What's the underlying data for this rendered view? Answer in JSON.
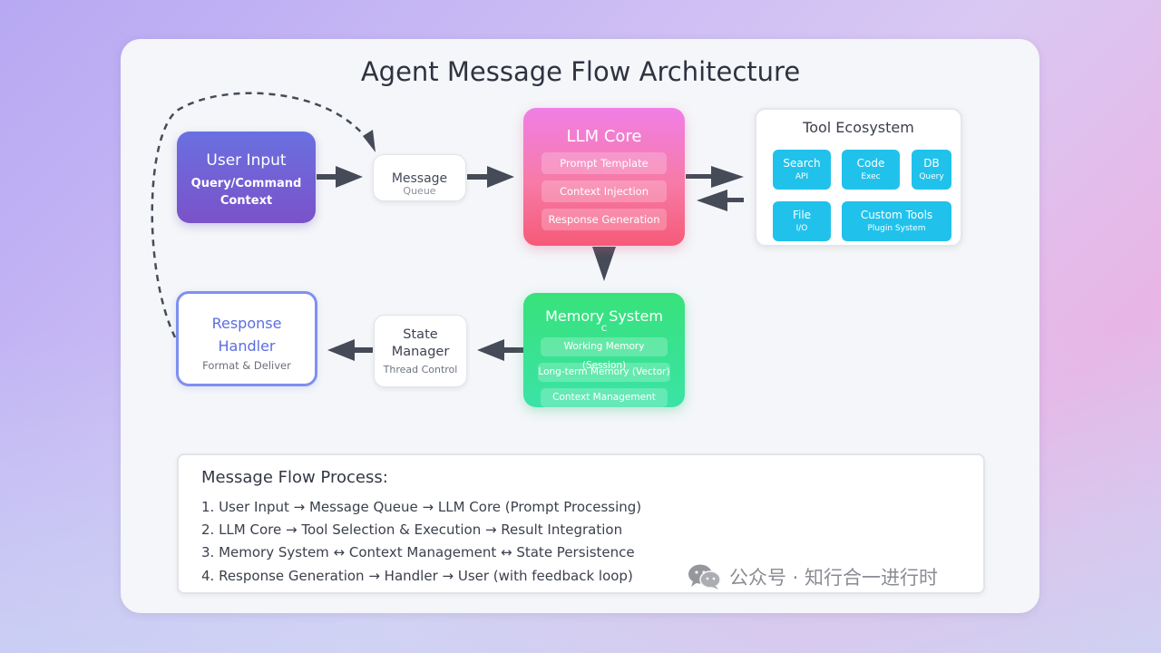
{
  "title": "Agent Message Flow Architecture",
  "nodes": {
    "user_input": {
      "title": "User Input",
      "line1": "Query/Command",
      "line2": "Context"
    },
    "message_queue": {
      "title": "Message",
      "subtitle": "Queue"
    },
    "llm_core": {
      "title": "LLM Core",
      "items": [
        "Prompt Template",
        "Context Injection",
        "Response Generation"
      ]
    },
    "tool_ecosystem": {
      "title": "Tool Ecosystem",
      "tools": [
        {
          "name": "Search",
          "sub": "API"
        },
        {
          "name": "Code",
          "sub": "Exec"
        },
        {
          "name": "DB",
          "sub": "Query"
        },
        {
          "name": "File",
          "sub": "I/O"
        },
        {
          "name": "Custom Tools",
          "sub": "Plugin System"
        }
      ]
    },
    "memory_system": {
      "title": "Memory System",
      "mark": "C",
      "items": [
        "Working Memory (Session)",
        "Long-term Memory (Vector)",
        "Context Management"
      ]
    },
    "state_manager": {
      "title_line1": "State",
      "title_line2": "Manager",
      "subtitle": "Thread Control"
    },
    "response_handler": {
      "title_line1": "Response",
      "title_line2": "Handler",
      "subtitle": "Format & Deliver"
    }
  },
  "process": {
    "heading": "Message Flow Process:",
    "steps": [
      "1. User Input → Message Queue → LLM Core (Prompt Processing)",
      "2. LLM Core → Tool Selection & Execution → Result Integration",
      "3. Memory System ↔ Context Management ↔ State Persistence",
      "4. Response Generation → Handler → User (with feedback loop)"
    ]
  },
  "watermark": {
    "text": "公众号 · 知行合一进行时",
    "icon": "wechat-icon"
  },
  "colors": {
    "user_input": "#6a70e0",
    "llm_core": "#f77aa6",
    "memory_system": "#38e27a",
    "tool_tile": "#20c2ec",
    "response_border": "#7f8ff0",
    "arrow": "#454b57"
  }
}
